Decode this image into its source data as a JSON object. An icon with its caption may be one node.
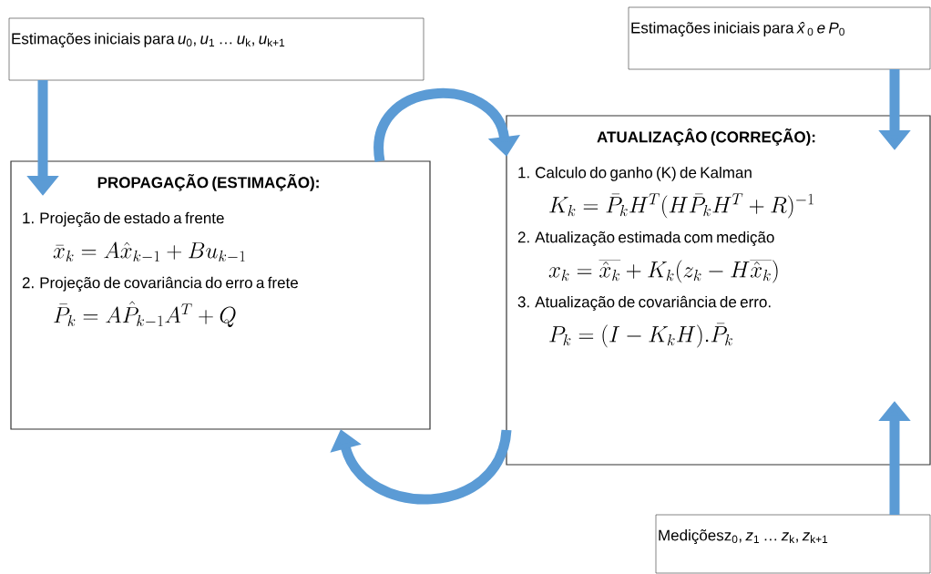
{
  "diagram": {
    "nodes": [
      {
        "text": [
          "Estimações iniciais para *u*$_{0}$, *u*$_{1}$ … *u*$_{k}$, *u*$_{k+1}$"
        ]
      },
      {
        "text": [
          "Estimações iniciais para *x̂*$_{0}$ *e* *P*$_{0}$"
        ]
      },
      {
        "text": [
          "PROPAGAÇÃO (ESTIMAÇÃO):",
          "1. Projeção de estado a frente",
          "\\bar{x}_k = A\\hat{x}_{k-1} + Bu_{k-1}",
          "2. Projeção de covariância do erro a frete",
          "\\bar{P}_k = A\\hat{P}_{k-1}A^T + Q"
        ]
      },
      {
        "text": [
          "ATUALIZAÇÂO (CORREÇÃO):",
          "1. Calculo do ganho (K) de Kalman",
          "K_k = \\bar{P}_k H^T (H\\bar{P}_k H^T + R)^{-1}",
          "2. Atualização estimada com medição",
          "x_k = \\overline{\\hat{x}_k} + K_k(z_k - H\\overline{\\hat{x}_k})",
          "3. Atualização de covariância de erro.",
          "P_k = (I - K_k H).\\bar{P}_k"
        ]
      },
      {
        "text": [
          "Mediçõesz$_{0}$, *z*$_{1}$ … *z*$_{k}$, *z*$_{k+1}$"
        ]
      }
    ],
    "edges": [
      {
        "from": 0,
        "to": 2,
        "arrow": "to"
      },
      {
        "from": 1,
        "to": 3,
        "arrow": "to"
      },
      {
        "from": 4,
        "to": 3,
        "arrow": "to"
      },
      {
        "from": 2,
        "to": 3,
        "arrow": "to"
      },
      {
        "from": 3,
        "to": 2,
        "arrow": "to"
      }
    ]
  }
}
